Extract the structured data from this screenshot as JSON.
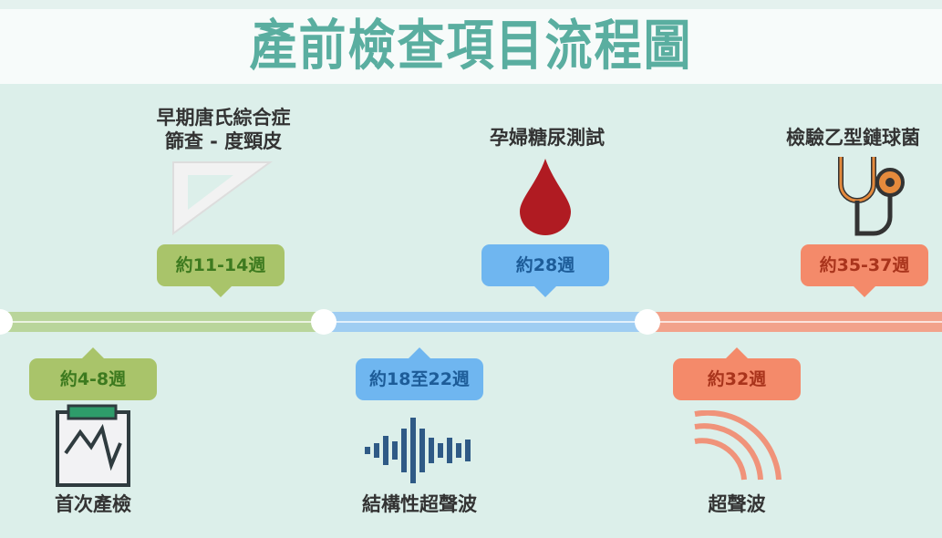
{
  "title": "產前檢查項目流程圖",
  "above": [
    {
      "week": "約11-14週",
      "name_line1": "早期唐氏綜合症",
      "name_line2": "篩查 - 度頸皮",
      "icon": "set-square-icon"
    },
    {
      "week": "約28週",
      "name_line1": "孕婦糖尿測試",
      "icon": "blood-drop-icon"
    },
    {
      "week": "約35-37週",
      "name_line1": "檢驗乙型鏈球菌",
      "icon": "stethoscope-icon"
    }
  ],
  "below": [
    {
      "week": "約4-8週",
      "name": "首次產檢",
      "icon": "clipboard-chart-icon"
    },
    {
      "week": "約18至22週",
      "name": "結構性超聲波",
      "icon": "sound-wave-icon"
    },
    {
      "week": "約32週",
      "name": "超聲波",
      "icon": "ultrasound-waves-icon"
    }
  ],
  "colors": {
    "green": "#a9c46a",
    "blue": "#6fb6f0",
    "orange": "#f48a6a",
    "title": "#5aaea0"
  }
}
